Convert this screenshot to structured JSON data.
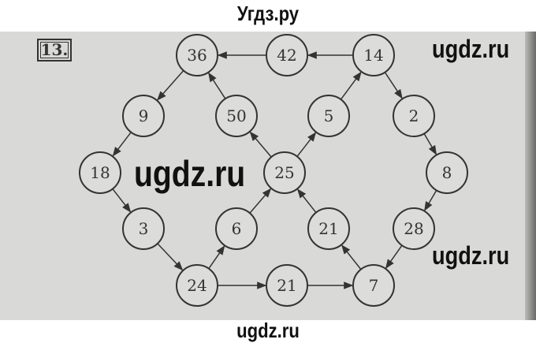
{
  "header": {
    "title": "Угдз.ру"
  },
  "task": {
    "number": "13."
  },
  "watermarks": [
    "ugdz.ru",
    "ugdz.ru",
    "ugdz.ru",
    "ugdz.ru"
  ],
  "diagram": {
    "nodes": [
      "36",
      "42",
      "14",
      "9",
      "50",
      "5",
      "2",
      "18",
      "25",
      "8",
      "3",
      "6",
      "21",
      "28",
      "24",
      "21",
      "7"
    ],
    "edges": [
      [
        2,
        1
      ],
      [
        1,
        0
      ],
      [
        0,
        3
      ],
      [
        3,
        7
      ],
      [
        7,
        10
      ],
      [
        10,
        14
      ],
      [
        14,
        11
      ],
      [
        11,
        8
      ],
      [
        8,
        4
      ],
      [
        4,
        0
      ],
      [
        14,
        15
      ],
      [
        15,
        16
      ],
      [
        16,
        12
      ],
      [
        12,
        8
      ],
      [
        8,
        5
      ],
      [
        5,
        2
      ],
      [
        2,
        6
      ],
      [
        6,
        9
      ],
      [
        9,
        13
      ],
      [
        13,
        16
      ]
    ]
  }
}
